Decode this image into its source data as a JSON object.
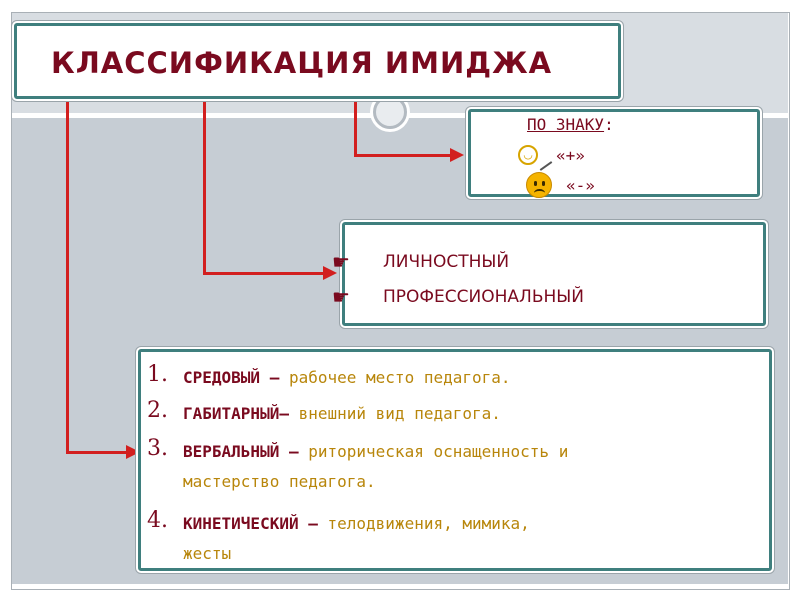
{
  "title": "КЛАССИФИКАЦИЯ ИМИДЖА",
  "sign": {
    "heading": "ПО ЗНАКУ",
    "colon": ":",
    "plus": "«+»",
    "minus": "«-»",
    "smile_icon": "smiley-icon",
    "frown_icon": "frowning-face-icon"
  },
  "types": [
    {
      "label": "ЛИЧНОСТНЫЙ",
      "icon": "pointing-hand-icon"
    },
    {
      "label": "ПРОФЕССИОНАЛЬНЫЙ",
      "icon": "pointing-hand-icon"
    }
  ],
  "list": [
    {
      "num": "1.",
      "term": "СРЕДОВЫЙ",
      "sep": " – ",
      "desc": "рабочее место педагога."
    },
    {
      "num": "2.",
      "term": "ГАБИТАРНЫЙ",
      "sep": "– ",
      "desc": "внешний вид педагога."
    },
    {
      "num": "3.",
      "term": "ВЕРБАЛЬНЫЙ",
      "sep": " – ",
      "desc": "риторическая оснащенность и",
      "desc2": "мастерство педагога."
    },
    {
      "num": "4.",
      "term": "КИНЕТИЧЕСКИЙ",
      "sep": " – ",
      "desc": "телодвижения, мимика,",
      "desc2": "жесты"
    }
  ],
  "colors": {
    "term": "#7a0a1f",
    "desc": "#b8860b",
    "connector": "#d21f1f",
    "border": "#3f7f7e"
  }
}
